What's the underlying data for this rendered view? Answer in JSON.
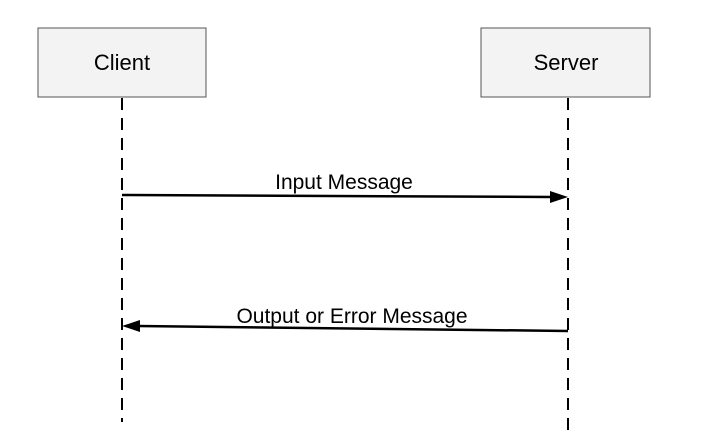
{
  "diagram": {
    "type": "sequence",
    "actors": [
      {
        "id": "client",
        "label": "Client"
      },
      {
        "id": "server",
        "label": "Server"
      }
    ],
    "messages": [
      {
        "from": "client",
        "to": "server",
        "label": "Input Message"
      },
      {
        "from": "server",
        "to": "client",
        "label": "Output or Error Message"
      }
    ],
    "colors": {
      "actor_fill": "#f3f3f3",
      "actor_border": "#555555",
      "line": "#000000",
      "text": "#000000"
    }
  }
}
